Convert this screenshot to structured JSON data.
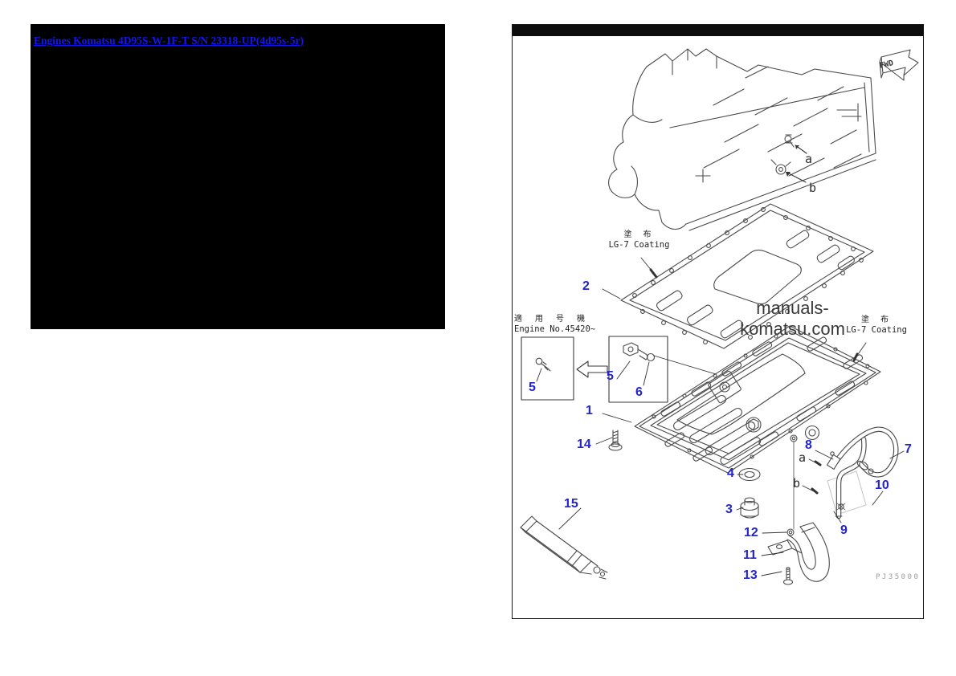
{
  "header": {
    "catalog_link": "Engines Komatsu 4D95S-W-1F-T S/N 23318-UP(4d95s-5r)"
  },
  "diagram": {
    "fwd_badge": "FWD",
    "watermark": "manuals-komatsu.com",
    "drawing_number": "PJ35000",
    "applicability": {
      "label_jp": "適 用 号 機",
      "label_en": "Engine No.45420~"
    },
    "coating_label_top": {
      "jp": "塗 布",
      "en": "LG-7 Coating"
    },
    "coating_label_right": {
      "jp": "塗 布",
      "en": "LG-7 Coating"
    },
    "callouts": {
      "c1": "1",
      "c2": "2",
      "c3": "3",
      "c4": "4",
      "c5a": "5",
      "c5b": "5",
      "c6": "6",
      "c7": "7",
      "c8": "8",
      "c9": "9",
      "c10": "10",
      "c11": "11",
      "c12": "12",
      "c13": "13",
      "c14": "14",
      "c15": "15"
    },
    "reference_letters": {
      "a_top": "a",
      "b_top": "b",
      "a_bottom": "a",
      "b_bottom": "b"
    },
    "colors": {
      "link_blue": "#1515ee",
      "callout_blue": "#2424cc",
      "line_gray": "#4b4b4b",
      "watermark_gray": "#3a3a3a",
      "drawing_number_gray": "#9a9a9a"
    }
  }
}
